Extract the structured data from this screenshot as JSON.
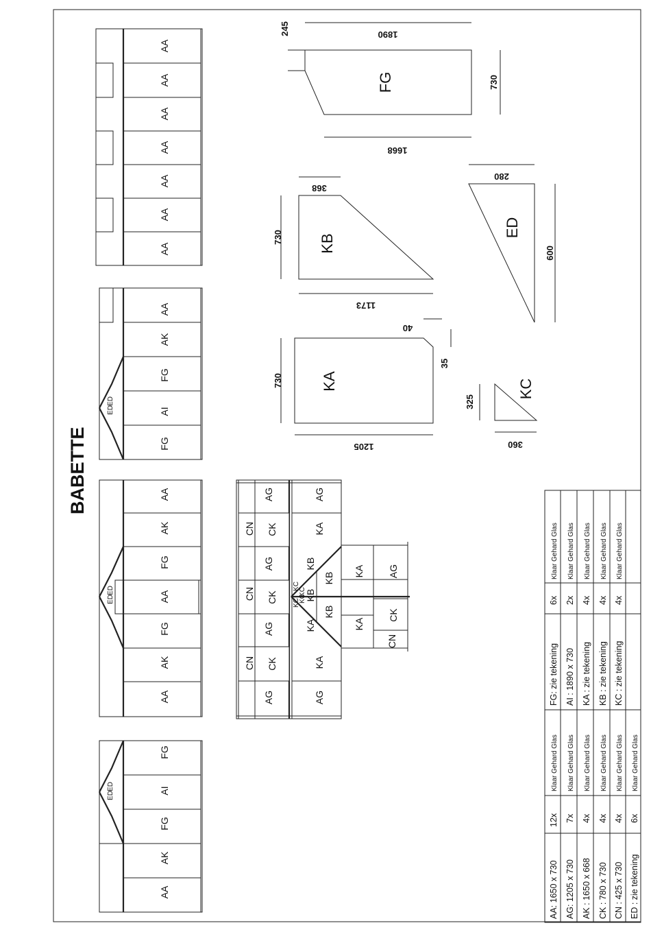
{
  "title": "BABETTE",
  "roof_panels": [
    "AG",
    "CN",
    "CK",
    "AG",
    "CN",
    "CK",
    "AG",
    "CN",
    "CK",
    "AG",
    "AG",
    "KA",
    "KB",
    "KC",
    "KC",
    "KC",
    "KC",
    "KB",
    "KB",
    "KA",
    "AG",
    "KA",
    "KB",
    "KA",
    "AG",
    "KA",
    "CK",
    "CN"
  ],
  "front_labels": [
    "AA",
    "AK",
    "FG",
    "AI",
    "FG",
    "ED",
    "ED"
  ],
  "side_labels": [
    "AA",
    "AK",
    "FG",
    "AA",
    "FG",
    "AK",
    "AA",
    "ED",
    "ED"
  ],
  "gable_labels": [
    "FG",
    "AI",
    "FG",
    "AK",
    "AA",
    "ED",
    "ED"
  ],
  "wall_labels": [
    "AA",
    "AA",
    "AA",
    "AA",
    "AA",
    "AA",
    "AA"
  ],
  "shapes": {
    "FG": {
      "label": "FG",
      "dims": [
        "1890",
        "245",
        "730",
        "1668"
      ]
    },
    "KB": {
      "label": "KB",
      "dims": [
        "368",
        "730",
        "1173"
      ]
    },
    "ED": {
      "label": "ED",
      "dims": [
        "280",
        "600"
      ]
    },
    "KA": {
      "label": "KA",
      "dims": [
        "40",
        "730",
        "35",
        "1205"
      ]
    },
    "KC": {
      "label": "KC",
      "dims": [
        "325",
        "360"
      ]
    }
  },
  "table": {
    "left": [
      {
        "size": "AA: 1650 x 730",
        "qty": "12x",
        "type": "Klaar Gehard Glas"
      },
      {
        "size": "AG: 1205 x 730",
        "qty": "7x",
        "type": "Klaar Gehard Glas"
      },
      {
        "size": "AK : 1650 x 668",
        "qty": "4x",
        "type": "Klaar Gehard Glas"
      },
      {
        "size": "CK : 780 x 730",
        "qty": "4x",
        "type": "Klaar Gehard Glas"
      },
      {
        "size": "CN : 425 x 730",
        "qty": "4x",
        "type": "Klaar Gehard Glas"
      },
      {
        "size": "ED : zie tekening",
        "qty": "6x",
        "type": "Klaar Gehard Glas"
      }
    ],
    "right": [
      {
        "size": "FG: zie tekening",
        "qty": "6x",
        "type": "Klaar Gehard Glas"
      },
      {
        "size": "AI : 1890 x 730",
        "qty": "2x",
        "type": "Klaar Gehard Glas"
      },
      {
        "size": "KA : zie tekening",
        "qty": "4x",
        "type": "Klaar Gehard Glas"
      },
      {
        "size": "KB : zie tekening",
        "qty": "4x",
        "type": "Klaar Gehard Glas"
      },
      {
        "size": "KC : zie tekening",
        "qty": "4x",
        "type": "Klaar Gehard Glas"
      }
    ]
  }
}
